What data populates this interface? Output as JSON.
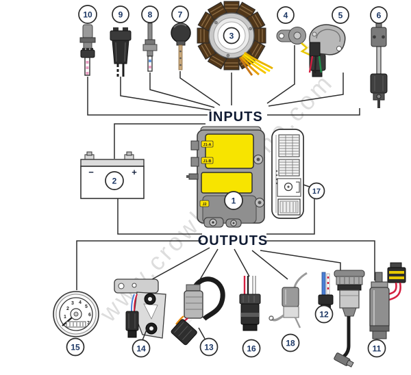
{
  "watermark": {
    "text": "www.crowleymarine.com"
  },
  "labels": {
    "inputs": "INPUTS",
    "outputs": "OUTPUTS"
  },
  "callouts": {
    "1": "1",
    "2": "2",
    "3": "3",
    "4": "4",
    "5": "5",
    "6": "6",
    "7": "7",
    "8": "8",
    "9": "9",
    "10": "10",
    "11": "11",
    "12": "12",
    "13": "13",
    "14": "14",
    "15": "15",
    "16": "16",
    "17": "17",
    "18": "18"
  },
  "battery": {
    "minus": "−",
    "plus": "+"
  },
  "ecu": {
    "tags": [
      "J1-A",
      "J1-B",
      "J2"
    ]
  },
  "gauge": {
    "dial": [
      "1",
      "2",
      "3",
      "4",
      "5",
      "6",
      "7"
    ]
  },
  "colors": {
    "accent_yellow": "#f7e400",
    "wire_red": "#d42040",
    "wire_green": "#1f8f4a",
    "wire_blue": "#4a7fd4",
    "wire_pink": "#e89ac0",
    "wire_orange": "#e8890c",
    "stator_copper": "#503619",
    "number_blue": "#1b3664"
  }
}
